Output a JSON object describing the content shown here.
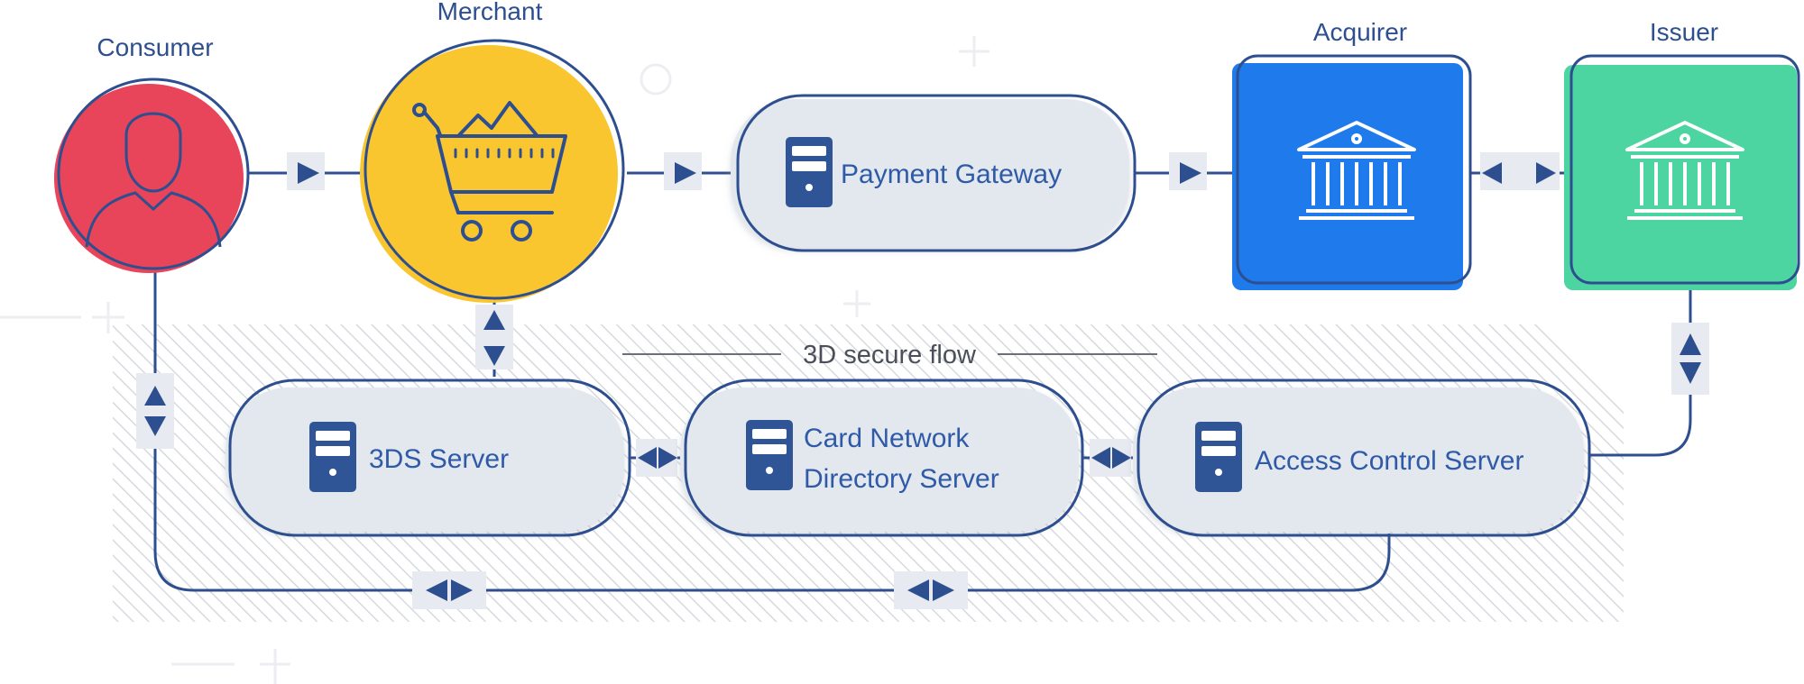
{
  "diagram": {
    "actors": {
      "consumer": "Consumer",
      "merchant": "Merchant",
      "acquirer": "Acquirer",
      "issuer": "Issuer"
    },
    "nodes": {
      "payment_gateway": "Payment Gateway",
      "three_ds_server": "3DS Server",
      "card_network_line1": "Card Network",
      "card_network_line2": "Directory Server",
      "acs": "Access Control Server"
    },
    "flow_label": "3D secure flow",
    "icons": {
      "consumer": "user-icon",
      "merchant": "shopping-cart-icon",
      "acquirer": "bank-icon",
      "issuer": "bank-icon",
      "servers": "server-icon"
    },
    "colors": {
      "consumer": "#e8445a",
      "merchant": "#fac630",
      "acquirer": "#1f7bec",
      "issuer": "#4dd5a1",
      "stroke": "#2e4f8f",
      "node_fill": "#e3e7ee",
      "server_icon": "#2f5597"
    }
  }
}
